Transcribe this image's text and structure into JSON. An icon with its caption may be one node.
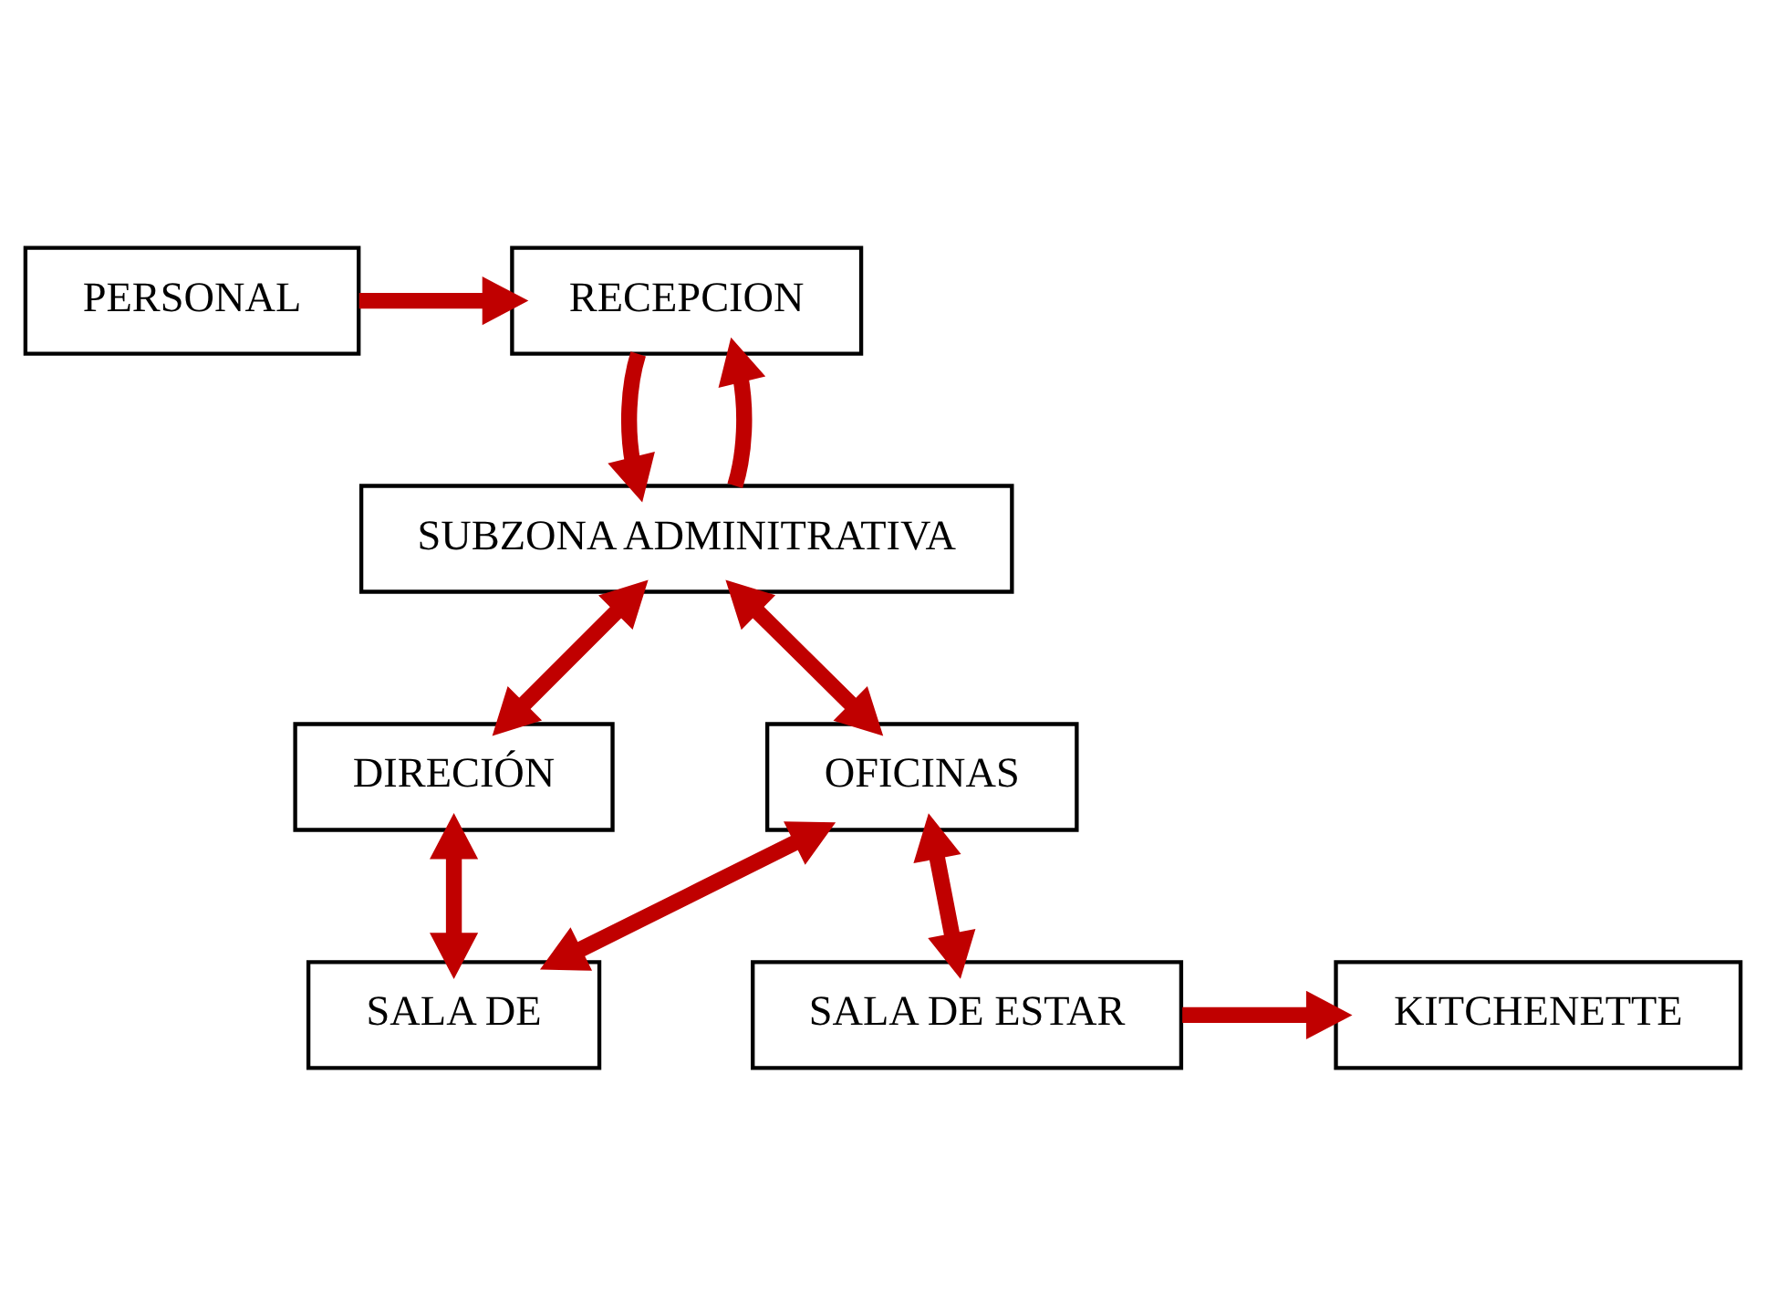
{
  "diagram": {
    "nodes": [
      {
        "text": [
          "RECEPCION"
        ]
      },
      {
        "text": [
          "PERSONAL"
        ]
      },
      {
        "text": [
          "SUBZONA ADMINITRATIVA"
        ]
      },
      {
        "text": [
          "OFICINAS"
        ]
      },
      {
        "text": [
          "DIRECIÓN"
        ]
      },
      {
        "text": [
          "SALA DE"
        ]
      },
      {
        "text": [
          "SALA DE ESTAR"
        ]
      },
      {
        "text": [
          "KITCHENETTE"
        ]
      }
    ],
    "edges": [
      {
        "from": 1,
        "to": 0,
        "arrow": "to"
      },
      {
        "from": 2,
        "to": 0,
        "arrow": "to"
      },
      {
        "from": 0,
        "to": 2,
        "arrow": "to"
      },
      {
        "from": 2,
        "to": 3,
        "arrow": "both"
      },
      {
        "from": 2,
        "to": 4,
        "arrow": "both"
      },
      {
        "from": 3,
        "to": 5,
        "arrow": "both"
      },
      {
        "from": 4,
        "to": 5,
        "arrow": "both"
      },
      {
        "from": 3,
        "to": 6,
        "arrow": "both"
      },
      {
        "from": 6,
        "to": 7,
        "arrow": "to"
      }
    ]
  }
}
